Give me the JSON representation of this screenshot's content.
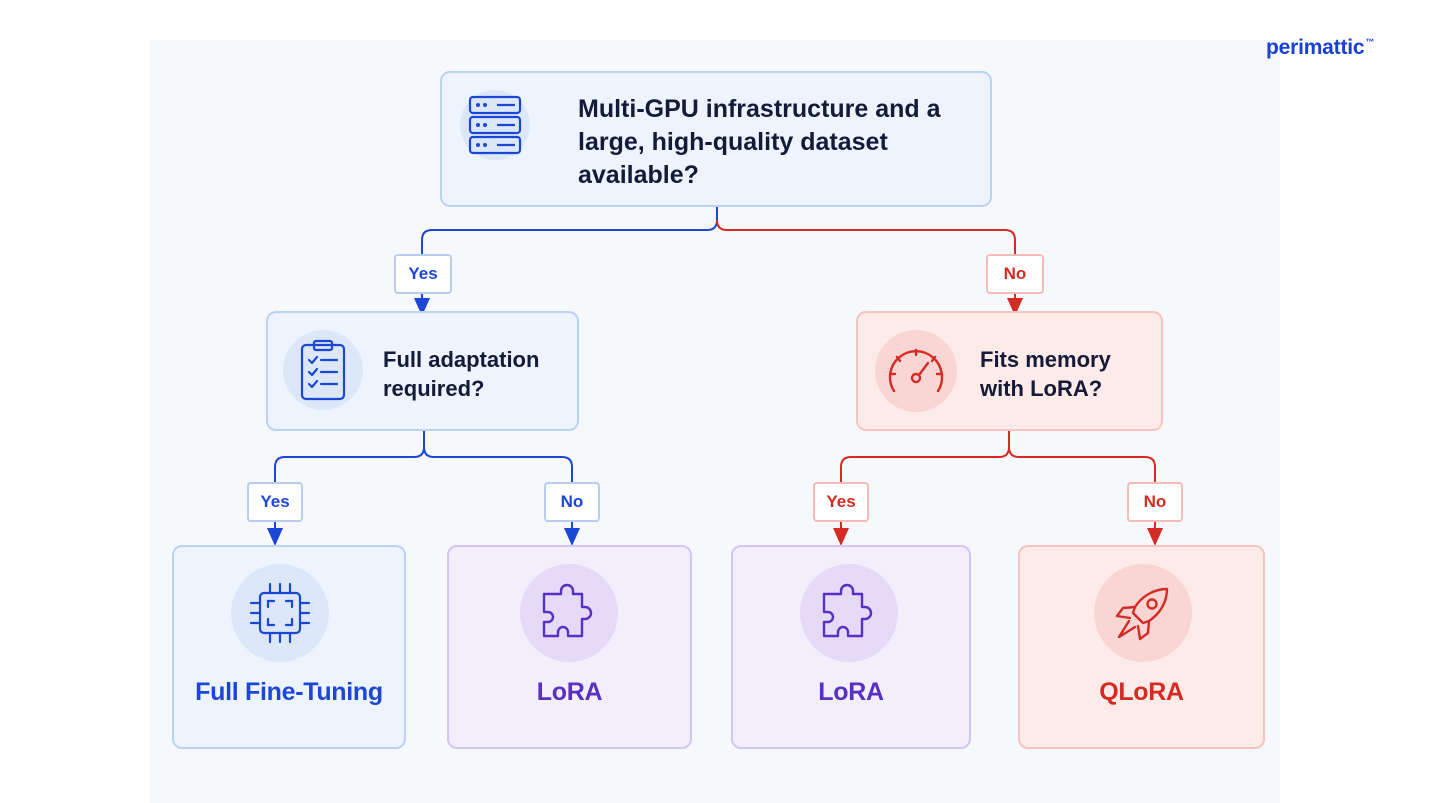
{
  "brand": {
    "name": "perimattic",
    "mark": "™"
  },
  "root": {
    "text": "Multi-GPU infrastructure and a large, high-quality dataset available?",
    "icon": "server-stack-icon"
  },
  "left_question": {
    "text": "Full adaptation required?",
    "icon": "checklist-clipboard-icon",
    "branch_label": "Yes"
  },
  "right_question": {
    "text": "Fits memory with LoRA?",
    "icon": "gauge-icon",
    "branch_label": "No"
  },
  "results": [
    {
      "label": "Full Fine-Tuning",
      "icon": "chip-icon",
      "branch_label": "Yes",
      "color": "#1c47d6"
    },
    {
      "label": "LoRA",
      "icon": "puzzle-icon",
      "branch_label": "No",
      "color": "#5a2fc2"
    },
    {
      "label": "LoRA",
      "icon": "puzzle-icon",
      "branch_label": "Yes",
      "color": "#5a2fc2"
    },
    {
      "label": "QLoRA",
      "icon": "rocket-icon",
      "branch_label": "No",
      "color": "#d42b24"
    }
  ],
  "colors": {
    "blue": "#1c47d6",
    "purple": "#5a2fc2",
    "red": "#d42b24",
    "text": "#141a38"
  }
}
